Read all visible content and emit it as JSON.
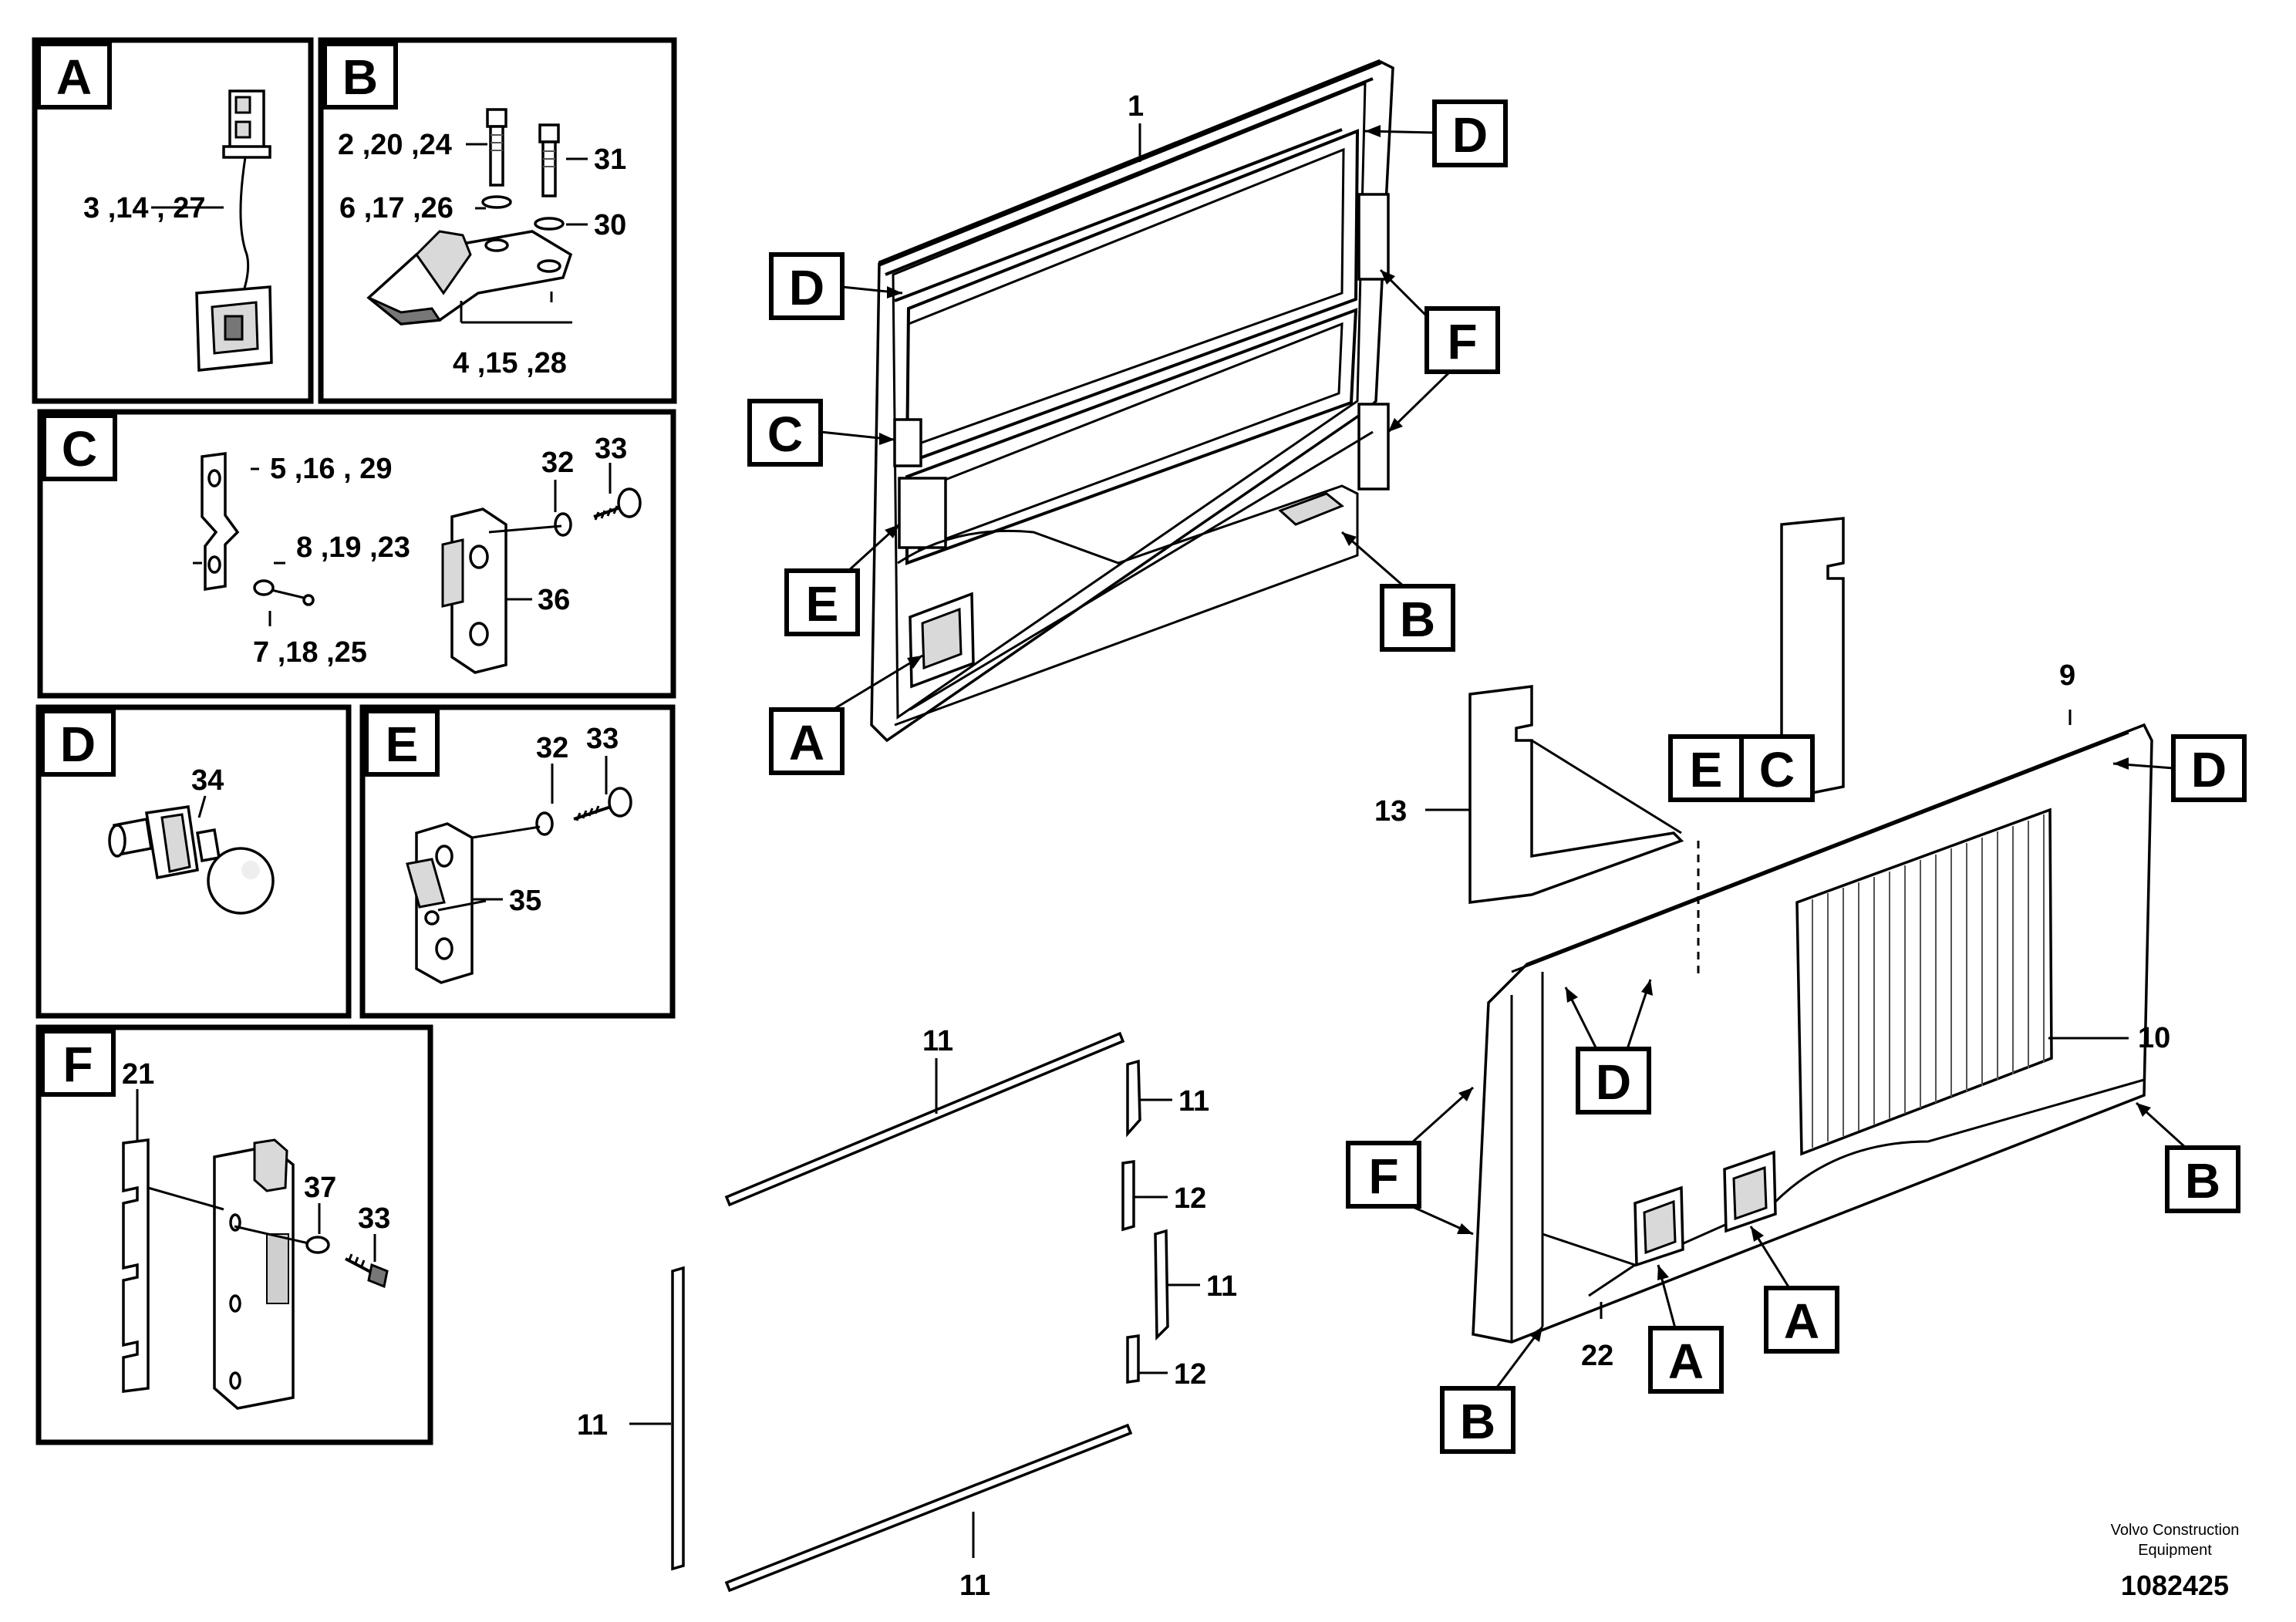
{
  "panels": {
    "A": {
      "letter": "A",
      "callouts": [
        "3 ,14 , 27"
      ]
    },
    "B": {
      "letter": "B",
      "callouts": [
        "2 ,20 ,24",
        "31",
        "6 ,17 ,26",
        "30",
        "4 ,15 ,28"
      ]
    },
    "C": {
      "letter": "C",
      "callouts": [
        "5 ,16 , 29",
        "32",
        "33",
        "8 ,19 ,23",
        "36",
        "7 ,18 ,25"
      ]
    },
    "D": {
      "letter": "D",
      "callouts": [
        "34"
      ]
    },
    "E": {
      "letter": "E",
      "callouts": [
        "32",
        "33",
        "35"
      ]
    },
    "F": {
      "letter": "F",
      "callouts": [
        "21",
        "37",
        "33"
      ]
    }
  },
  "door": {
    "part_number": "1",
    "refs": [
      "D",
      "D",
      "F",
      "C",
      "E",
      "B",
      "A"
    ]
  },
  "cover": {
    "part_numbers": [
      "9",
      "13",
      "10",
      "22"
    ],
    "refs": [
      "D",
      "E",
      "C",
      "D",
      "F",
      "B",
      "A",
      "A",
      "B"
    ]
  },
  "seals": {
    "part_numbers": [
      "11",
      "11",
      "12",
      "11",
      "12",
      "11",
      "11"
    ]
  },
  "footer": {
    "brand_line1": "Volvo Construction",
    "brand_line2": "Equipment",
    "drawing_number": "1082425"
  }
}
